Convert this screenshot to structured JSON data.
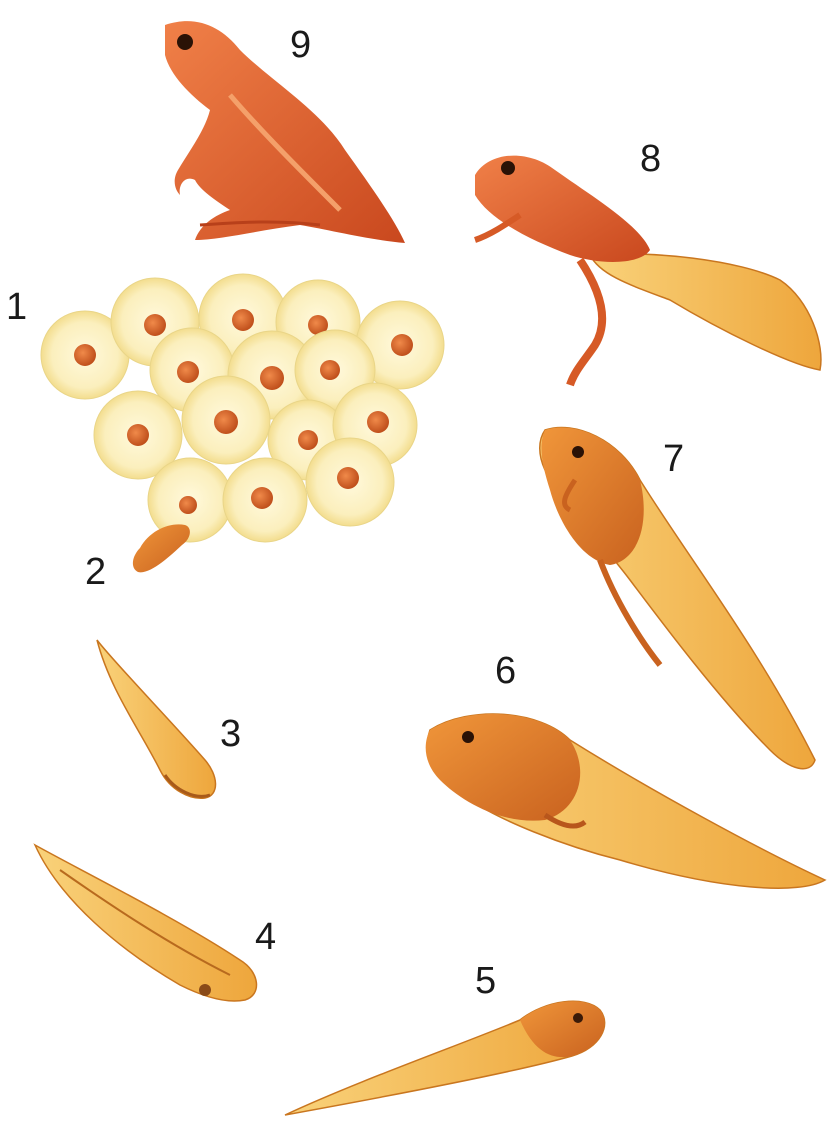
{
  "stages": [
    {
      "number": "1"
    },
    {
      "number": "2"
    },
    {
      "number": "3"
    },
    {
      "number": "4"
    },
    {
      "number": "5"
    },
    {
      "number": "6"
    },
    {
      "number": "7"
    },
    {
      "number": "8"
    },
    {
      "number": "9"
    }
  ],
  "colors": {
    "egg_jelly": "#fbf1c4",
    "egg_yolk": "#d9642a",
    "tadpole_body": "#e9902c",
    "tadpole_tail": "#f6c35a",
    "frog_body": "#e46a2e",
    "frog_dark": "#b8401a"
  }
}
